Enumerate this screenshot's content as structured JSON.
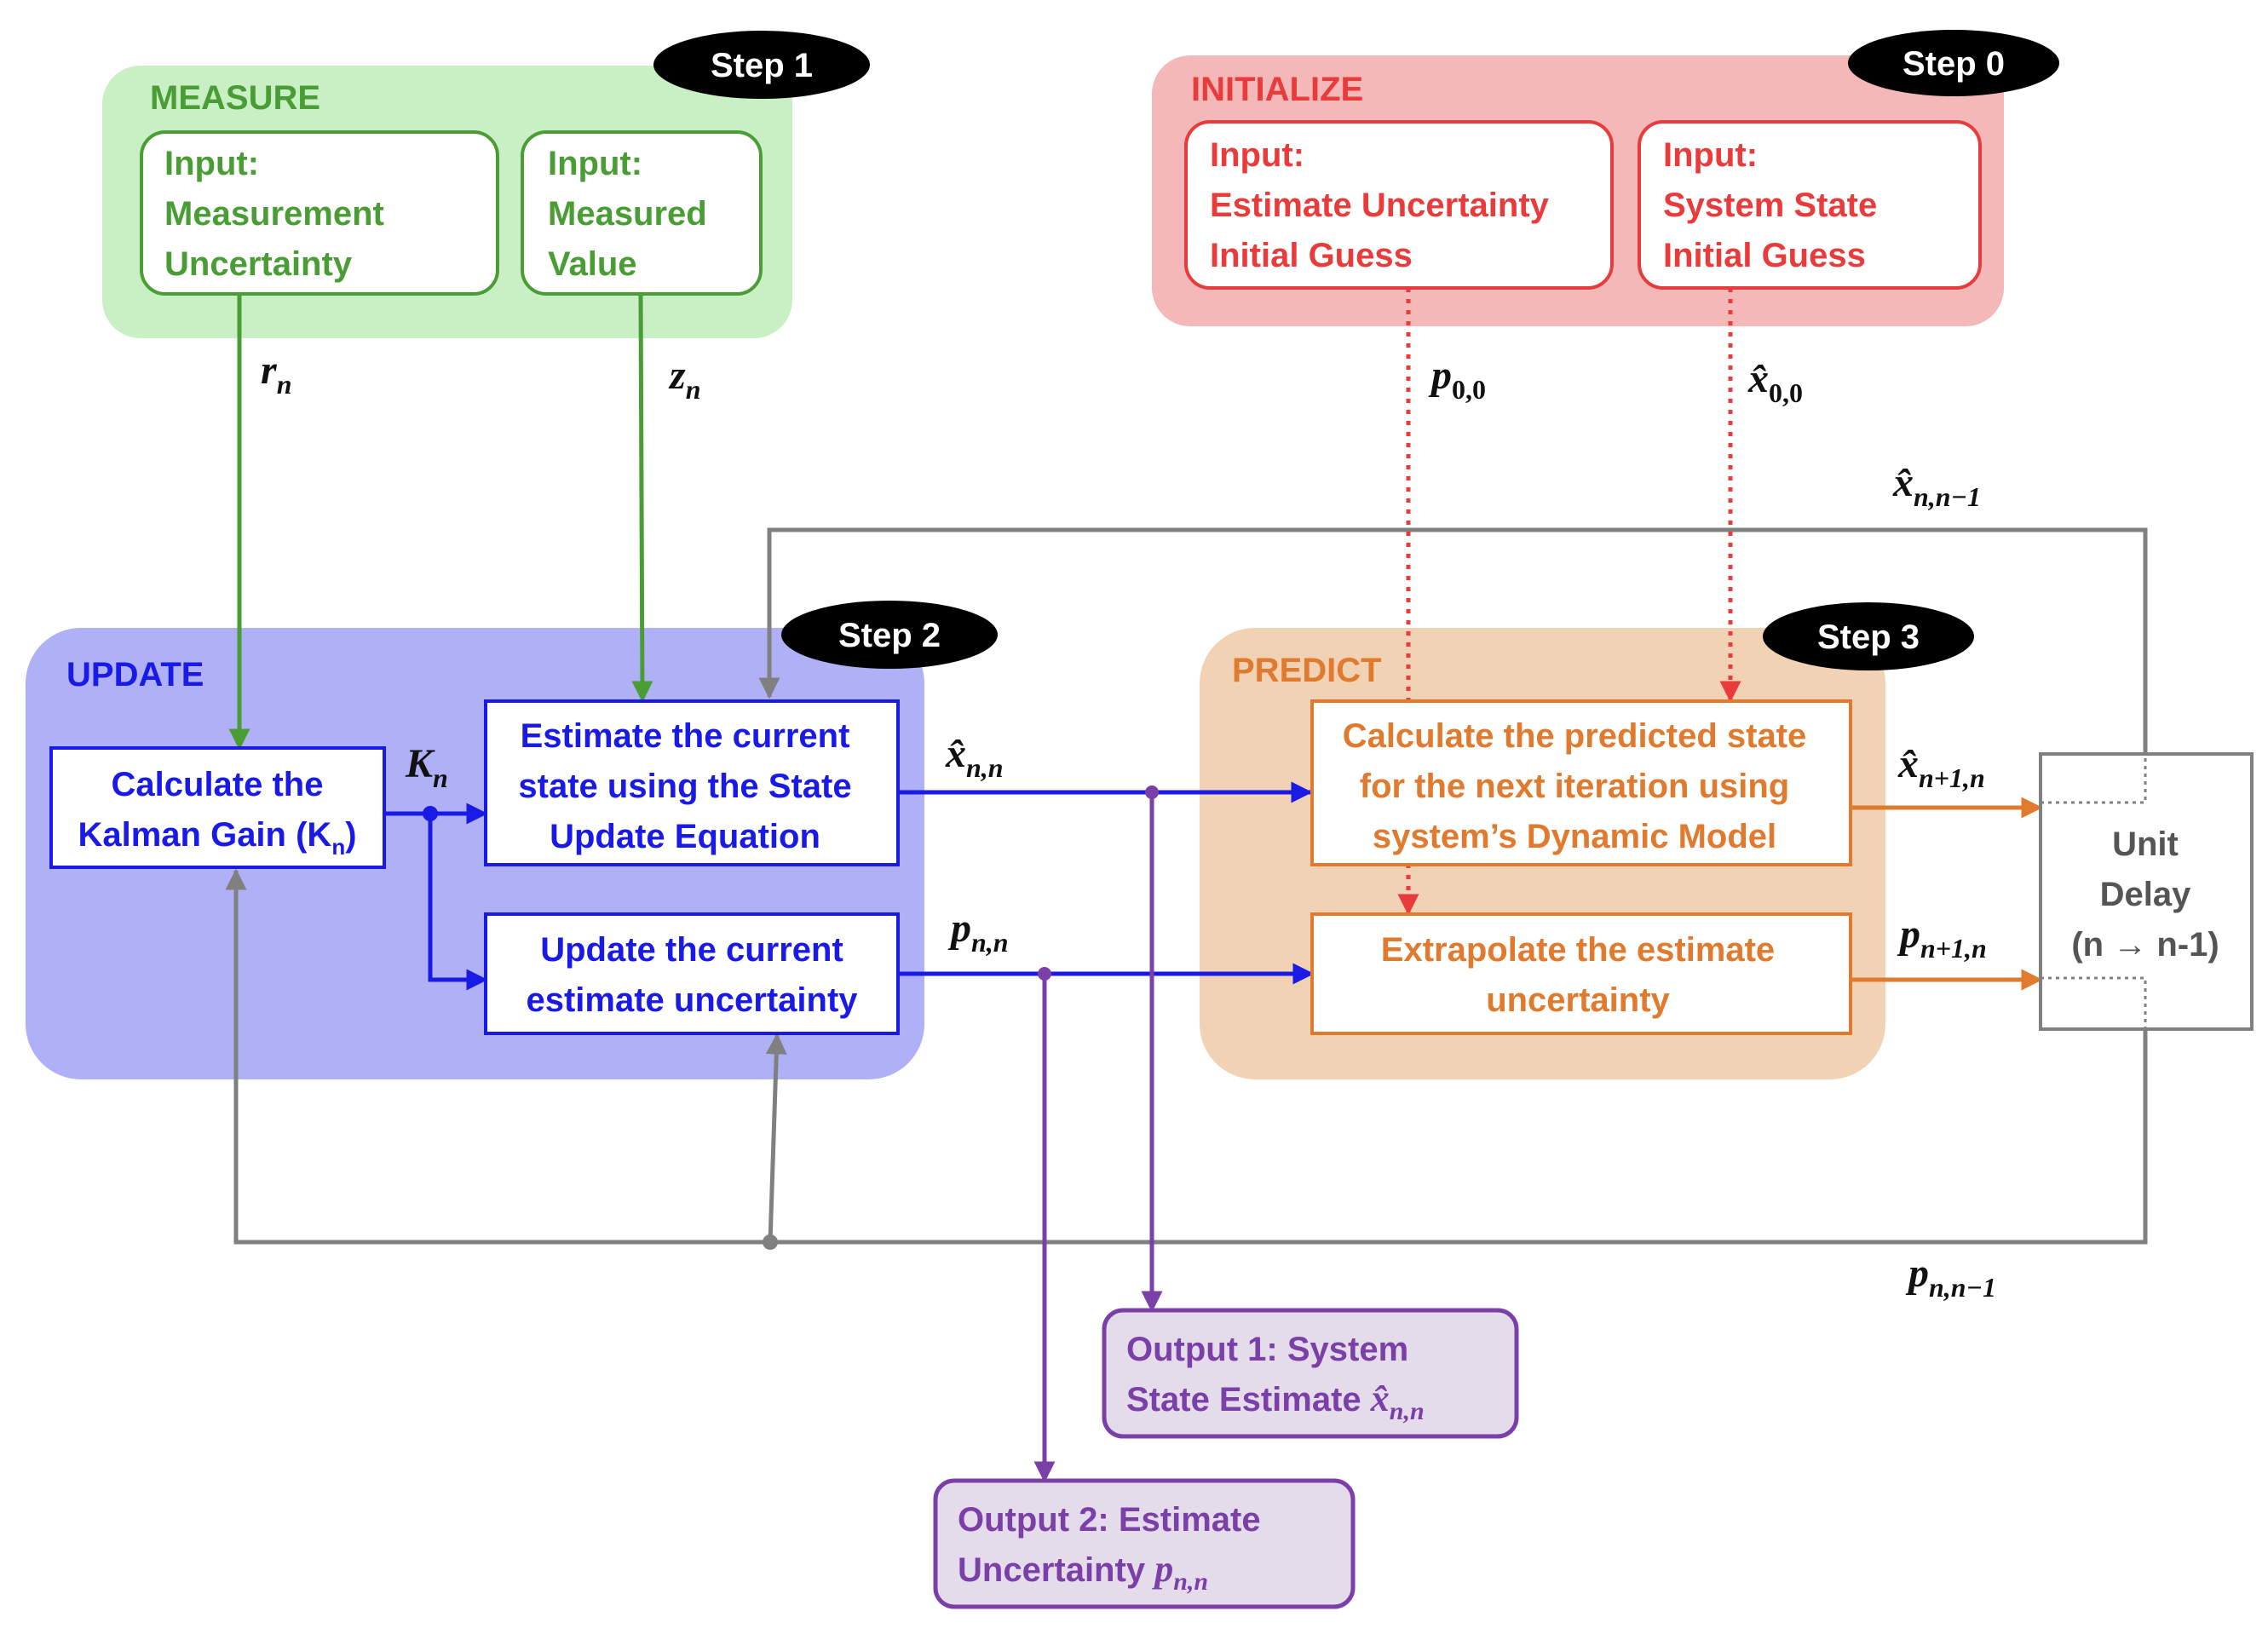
{
  "colors": {
    "measure": "#4a9d35",
    "measure_bg": "#c9efc4",
    "initialize": "#e83c3c",
    "initialize_bg": "#f5b8b8",
    "update": "#1a1ae6",
    "update_bg": "#b0b0f7",
    "predict": "#e07a2e",
    "predict_bg": "#f2d2b4",
    "output": "#7b3fa8",
    "output_bg": "#e4dcea",
    "feedback": "#808080",
    "step_badge": "#000000"
  },
  "regions": {
    "measure": {
      "title": "MEASURE",
      "step": "Step 1"
    },
    "initialize": {
      "title": "INITIALIZE",
      "step": "Step 0"
    },
    "update": {
      "title": "UPDATE",
      "step": "Step 2"
    },
    "predict": {
      "title": "PREDICT",
      "step": "Step 3"
    }
  },
  "boxes": {
    "measurement_uncertainty": [
      "Input:",
      "Measurement",
      "Uncertainty"
    ],
    "measured_value": [
      "Input:",
      "Measured",
      "Value"
    ],
    "estimate_uncertainty_guess": [
      "Input:",
      "Estimate Uncertainty",
      "Initial Guess"
    ],
    "system_state_guess": [
      "Input:",
      "System State",
      "Initial Guess"
    ],
    "kalman_gain": {
      "line1": "Calculate the",
      "line2": "Kalman Gain (K",
      "sub": "n",
      "close": ")"
    },
    "state_update": [
      "Estimate the current",
      "state using the State",
      "Update Equation"
    ],
    "uncertainty_update": [
      "Update the current",
      "estimate uncertainty"
    ],
    "predict_state": [
      "Calculate the predicted state",
      "for the next iteration using",
      "system’s Dynamic Model"
    ],
    "extrapolate_uncertainty": [
      "Extrapolate the estimate",
      "uncertainty"
    ],
    "unit_delay": [
      "Unit",
      "Delay",
      "(n  → n-1)"
    ],
    "output1": {
      "line1": "Output 1: System",
      "line2": "State Estimate",
      "sym": "x̂",
      "sub": "n,n"
    },
    "output2": {
      "line1": "Output 2: Estimate",
      "line2": "Uncertainty",
      "sym": "p",
      "sub": "n,n"
    }
  },
  "signals": {
    "r_n": {
      "sym": "r",
      "sub": "n"
    },
    "z_n": {
      "sym": "z",
      "sub": "n"
    },
    "p00": {
      "sym": "p",
      "sub": "0,0"
    },
    "x00": {
      "sym": "x̂",
      "sub": "0,0"
    },
    "x_n_nm1": {
      "sym": "x̂",
      "sub": "n,n−1"
    },
    "K_n": {
      "sym": "K",
      "sub": "n"
    },
    "x_nn": {
      "sym": "x̂",
      "sub": "n,n"
    },
    "p_nn": {
      "sym": "p",
      "sub": "n,n"
    },
    "x_np1": {
      "sym": "x̂",
      "sub": "n+1,n"
    },
    "p_np1": {
      "sym": "p",
      "sub": "n+1,n"
    },
    "p_n_nm1": {
      "sym": "p",
      "sub": "n,n−1"
    }
  }
}
